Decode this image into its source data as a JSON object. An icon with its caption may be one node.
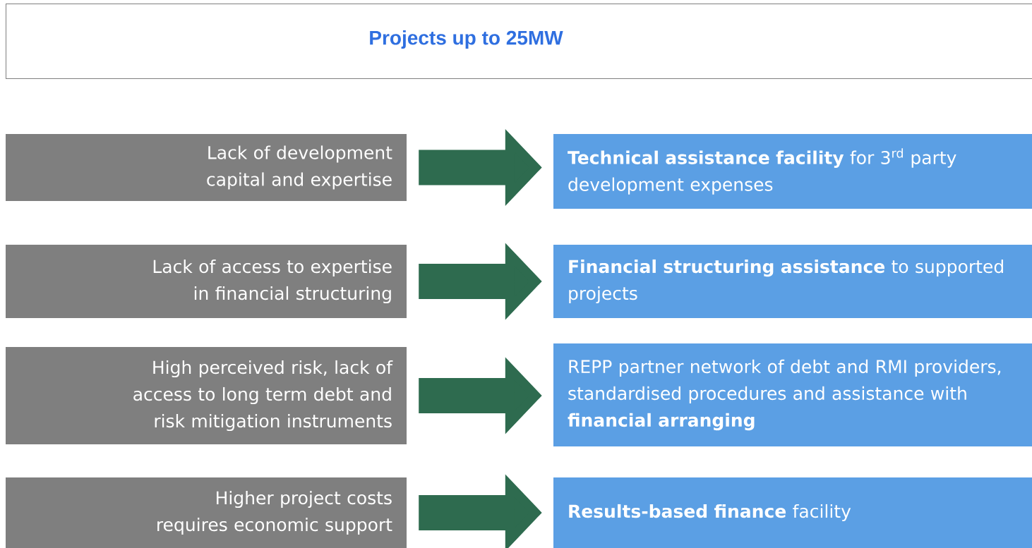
{
  "diagram": {
    "title": "Projects up to 25MW",
    "nodes": [
      {
        "text": [
          "Lack of development capital and expertise"
        ]
      },
      {
        "text": [
          "Lack of access to expertise in financial structuring"
        ]
      },
      {
        "text": [
          "High perceived risk, lack of access to long term debt and risk mitigation instruments"
        ]
      },
      {
        "text": [
          "Higher project costs requires economic support"
        ]
      },
      {
        "text": [
          "**Technical assistance facility** for 3$^{rd}$ party development expenses"
        ]
      },
      {
        "text": [
          "**Financial structuring assistance** to supported projects"
        ]
      },
      {
        "text": [
          "REPP partner network of debt and RMI providers, standardised procedures and assistance with **financial arranging**"
        ]
      },
      {
        "text": [
          "**Results-based finance** facility"
        ]
      }
    ],
    "edges": [
      {
        "from": 0,
        "to": 4,
        "arrow": "to"
      },
      {
        "from": 1,
        "to": 5,
        "arrow": "to"
      },
      {
        "from": 2,
        "to": 6,
        "arrow": "to"
      },
      {
        "from": 3,
        "to": 7,
        "arrow": "to"
      }
    ]
  }
}
